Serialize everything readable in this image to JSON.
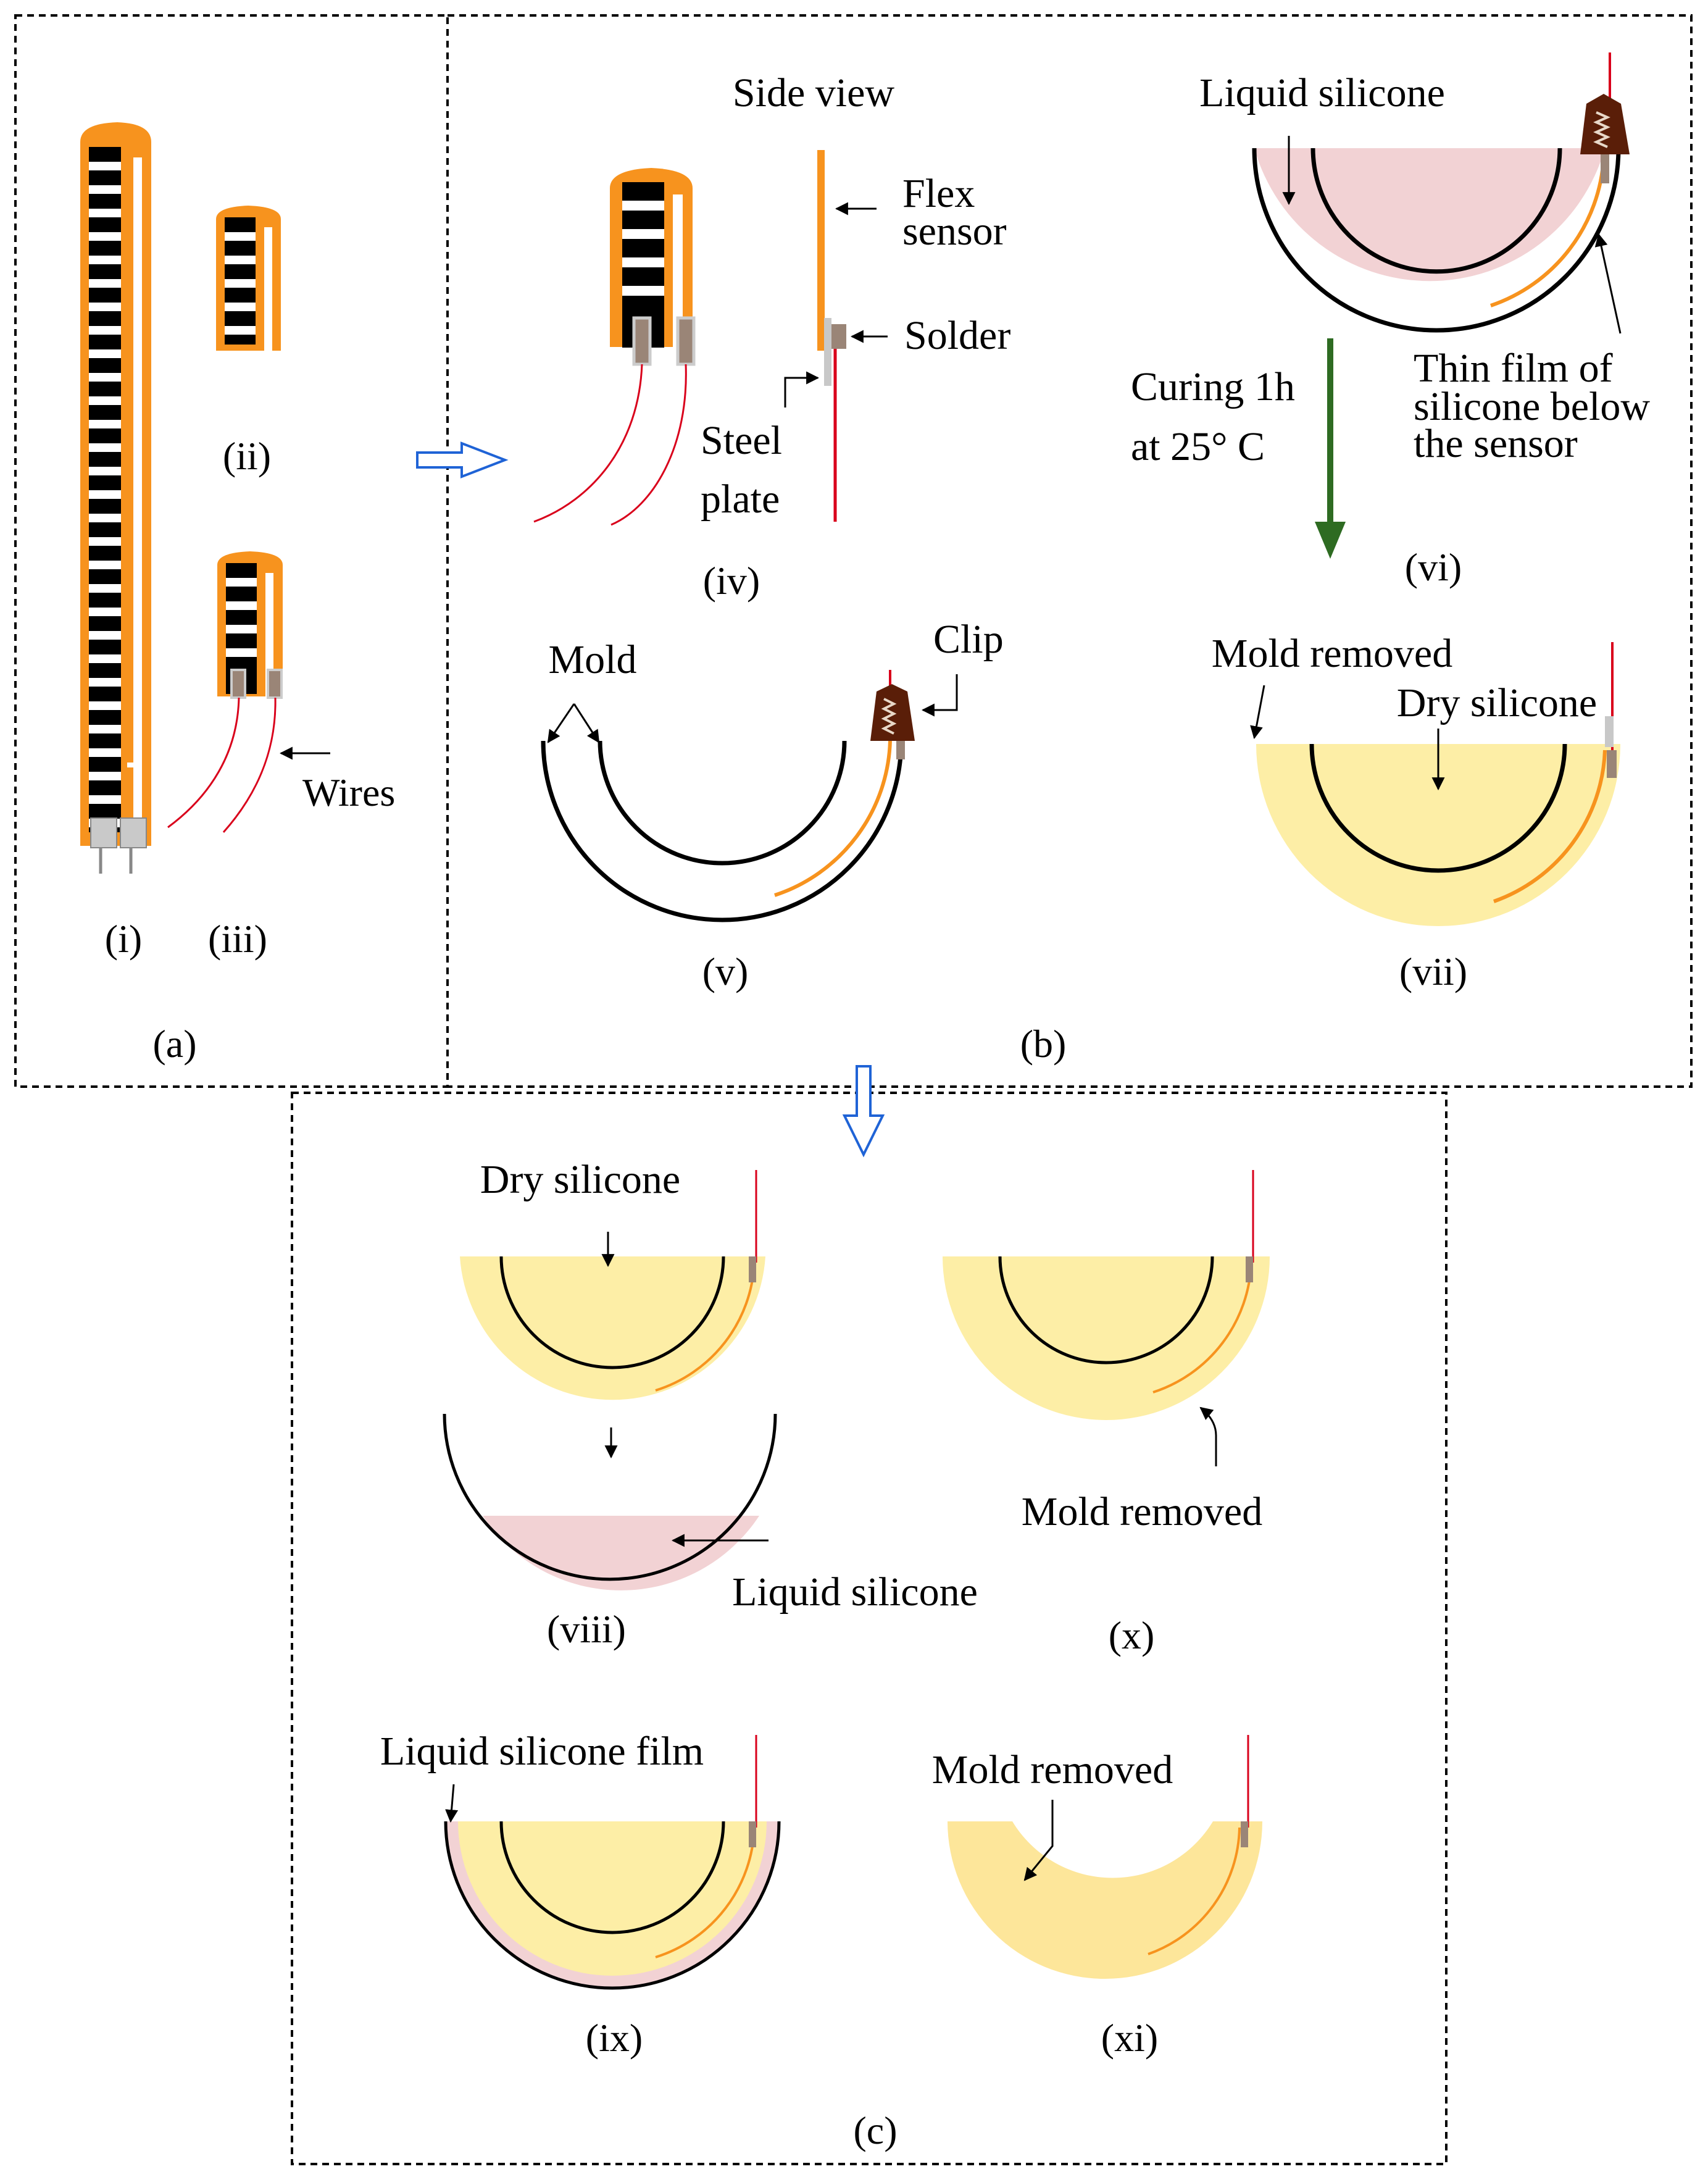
{
  "colors": {
    "sensor": "#f7931e",
    "stripe": "#000000",
    "wire": "#d9001b",
    "solder": "#9a8577",
    "plate": "#c8c8c8",
    "clip": "#5a1e08",
    "liquid_silicone": "#f2d2d4",
    "dry_silicone": "#fdeea6",
    "dry_silicone_deep": "#fde69a",
    "hollow_arrow": "#1f63d6",
    "cure_arrow": "#2e6b22"
  },
  "panel_a": {
    "caption": "(a)",
    "label_i": "(i)",
    "label_ii": "(ii)",
    "label_iii": "(iii)",
    "wires": "Wires"
  },
  "panel_b": {
    "caption": "(b)",
    "side_view": "Side view",
    "flex_sensor_1": "Flex",
    "flex_sensor_2": "sensor",
    "solder": "Solder",
    "steel_plate_1": "Steel",
    "steel_plate_2": "plate",
    "label_iv": "(iv)",
    "mold": "Mold",
    "clip": "Clip",
    "label_v": "(v)",
    "liquid_silicone": "Liquid silicone",
    "thin_film_1": "Thin film of",
    "thin_film_2": "silicone below",
    "thin_film_3": "the sensor",
    "curing_1": "Curing 1h",
    "curing_2": "at 25° C",
    "label_vi": "(vi)",
    "mold_removed": "Mold removed",
    "dry_silicone": "Dry silicone",
    "label_vii": "(vii)"
  },
  "panel_c": {
    "caption": "(c)",
    "dry_silicone": "Dry silicone",
    "liquid_silicone": "Liquid silicone",
    "label_viii": "(viii)",
    "mold_removed_x": "Mold removed",
    "label_x": "(x)",
    "liquid_silicone_film": "Liquid silicone film",
    "label_ix": "(ix)",
    "mold_removed_xi": "Mold removed",
    "label_xi": "(xi)"
  }
}
